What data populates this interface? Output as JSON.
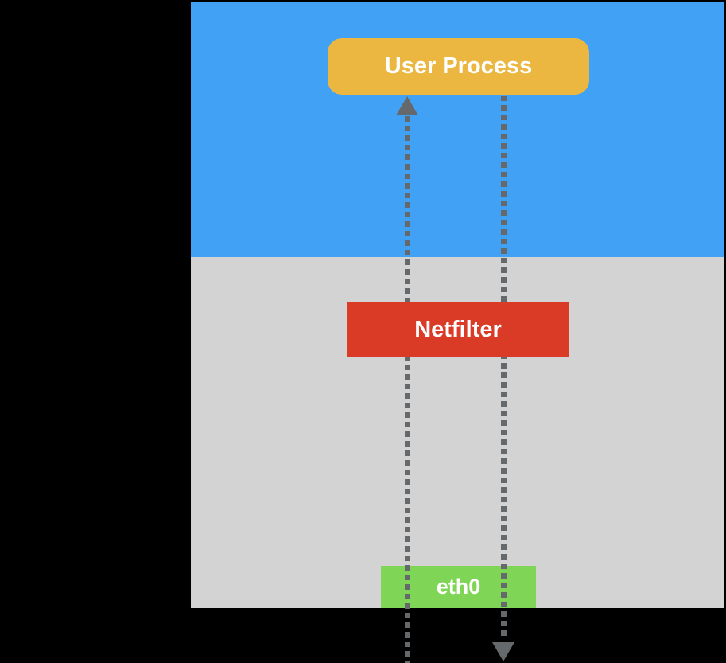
{
  "nodes": {
    "user_process": {
      "label": "User Process"
    },
    "netfilter": {
      "label": "Netfilter"
    },
    "eth0": {
      "label": "eth0"
    }
  },
  "arrows": {
    "inbound": {
      "direction": "up",
      "style": "dotted"
    },
    "outbound": {
      "direction": "down",
      "style": "dotted"
    }
  },
  "colors": {
    "background": "#000000",
    "user-space": "#41A2F5",
    "kernel-space": "#D3D3D3",
    "user-process": "#EBB741",
    "netfilter": "#D93B27",
    "eth0": "#7FD556",
    "arrow": "#66696C",
    "text": "#FFFFFF"
  }
}
